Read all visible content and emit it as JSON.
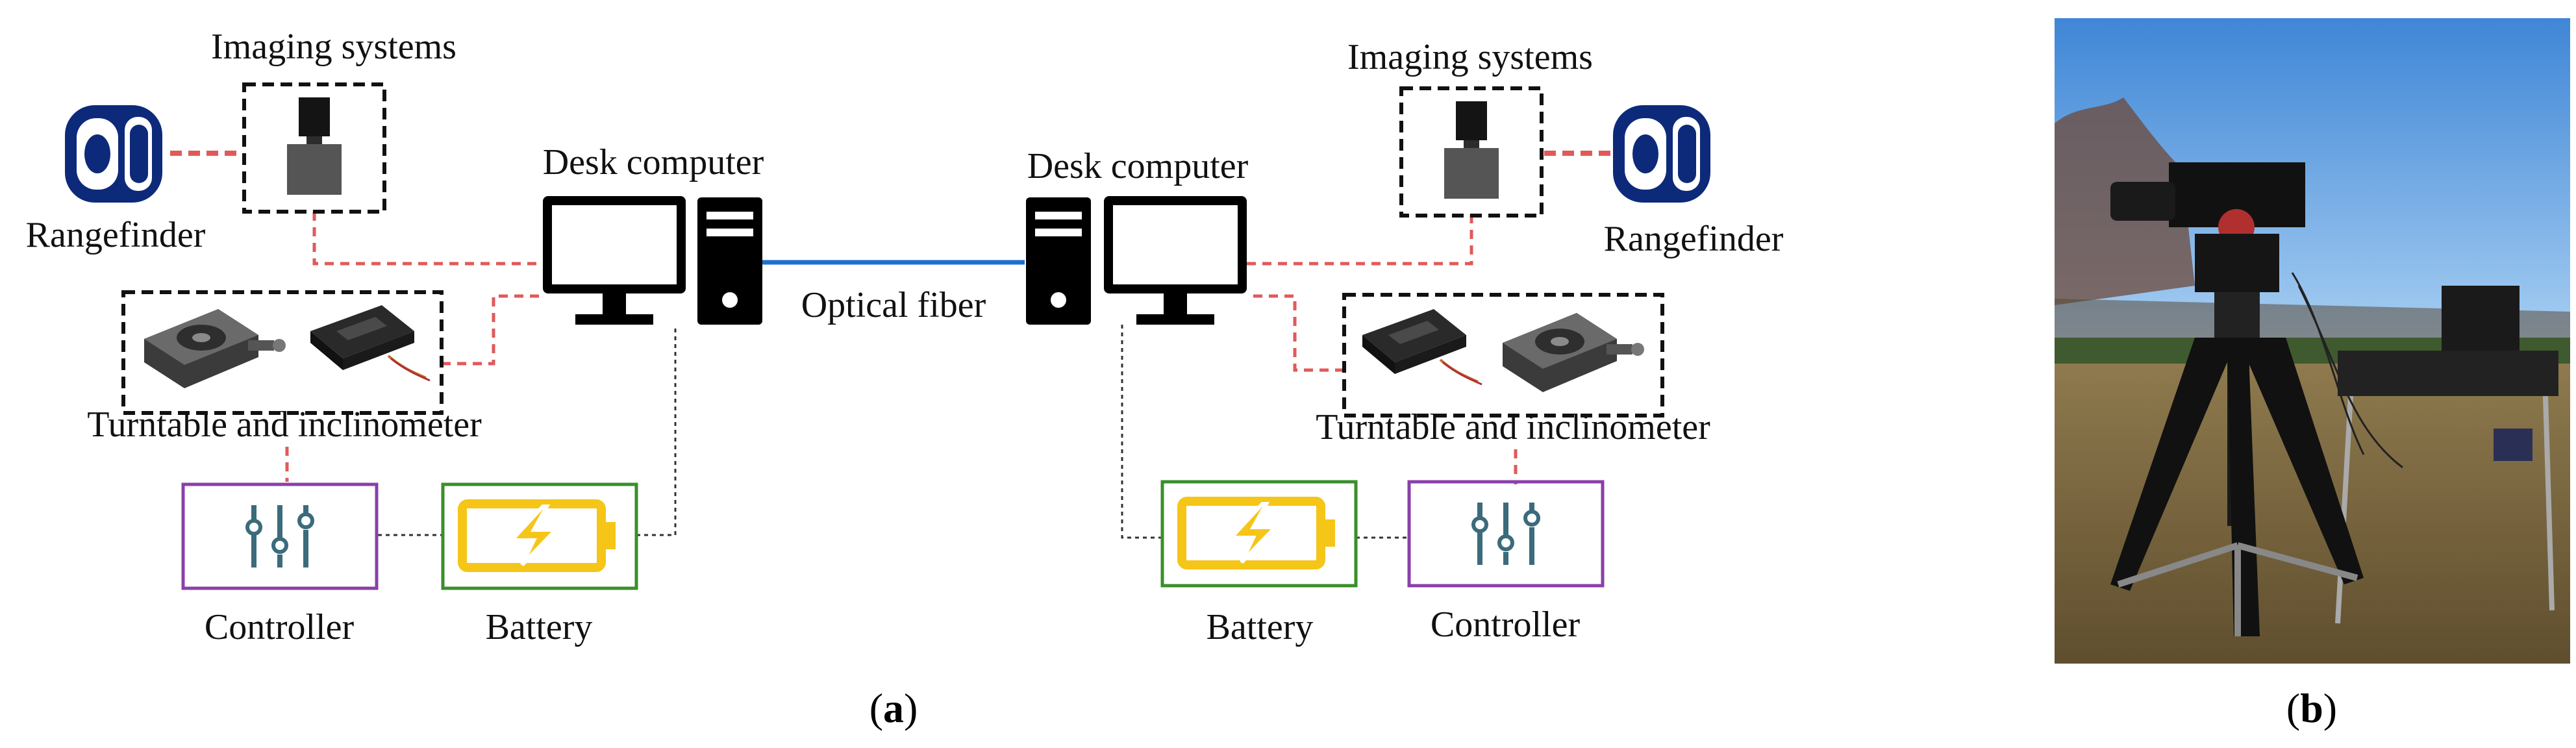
{
  "panel_a": {
    "left": {
      "imaging_label": "Imaging systems",
      "rangefinder_label": "Rangefinder",
      "desk_label": "Desk computer",
      "turntable_label": "Turntable and inclinometer",
      "controller_label": "Controller",
      "battery_label": "Battery"
    },
    "right": {
      "imaging_label": "Imaging systems",
      "rangefinder_label": "Rangefinder",
      "desk_label": "Desk computer",
      "turntable_label": "Turntable and inclinometer",
      "controller_label": "Controller",
      "battery_label": "Battery"
    },
    "link_label": "Optical fiber",
    "caption_letter": "a"
  },
  "panel_b": {
    "caption_letter": "b"
  },
  "colors": {
    "dashed_link": "#e05a5a",
    "optical_fiber": "#1f6fd1",
    "controller_box": "#8b3fa8",
    "battery_box": "#3a8f2a",
    "battery_icon": "#f5c518",
    "rangefinder": "#0d2a7a",
    "controller_icon": "#3b6b7c"
  },
  "icons": [
    "rangefinder-icon",
    "camera-icon",
    "monitor-icon",
    "tower-icon",
    "turntable-icon",
    "inclinometer-icon",
    "sliders-icon",
    "battery-icon"
  ]
}
